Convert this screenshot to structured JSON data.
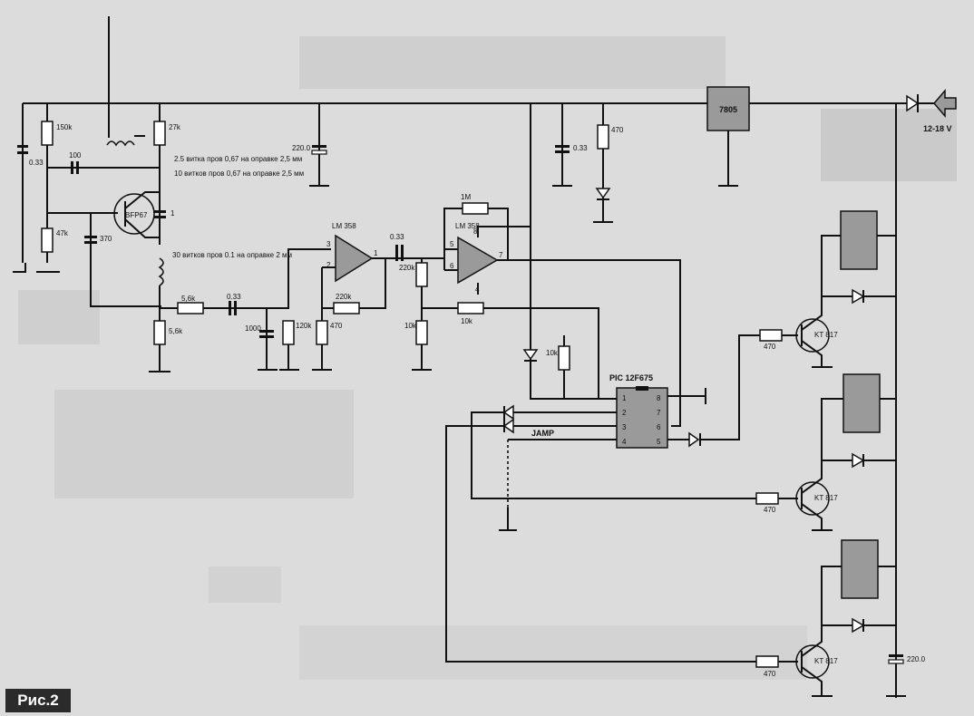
{
  "figure_label": "Рис.2",
  "supply": {
    "voltage_label": "12-18 V",
    "regulator": "7805"
  },
  "components": {
    "r_150k": "150k",
    "r_27k": "27k",
    "r_47k": "47k",
    "c_033_left": "0.33",
    "c_100": "100",
    "c_370": "370",
    "c_1": "1",
    "transistor": "BFP67",
    "c_2200": "220.0",
    "coil_note_1": "2.5  витка пров 0,67 на оправке 2,5 мм",
    "coil_note_2": "10 витков пров 0,67 на оправке 2,5 мм",
    "coil_note_3": "30 витков пров 0.1 на оправке 2 мм",
    "r_56k_a": "5,6k",
    "r_56k_b": "5,6k",
    "c_033_mid": "0.33",
    "c_1000": "1000",
    "r_120k": "120k",
    "r_470_a": "470",
    "r_220k_fb": "220k",
    "opamp1": "LM 358",
    "opamp1_pin3": "3",
    "opamp1_pin2": "2",
    "opamp1_pin1": "1",
    "c_033_b": "0.33",
    "r_220k_div": "220k",
    "r_10k_div": "10k",
    "r_1m": "1M",
    "opamp2": "LM 358",
    "opamp2_pin5": "5",
    "opamp2_pin6": "6",
    "opamp2_pin7": "7",
    "opamp2_pin8": "8",
    "opamp2_pin4": "4",
    "r_10k_b": "10k",
    "r_10k_c": "10k",
    "c_033_top": "0.33",
    "r_470_led": "470",
    "mcu": "PIC 12F675",
    "mcu_pins_left": [
      "1",
      "2",
      "3",
      "4"
    ],
    "mcu_pins_right": [
      "8",
      "7",
      "6",
      "5"
    ],
    "jamp": "JAMP",
    "q1": "KT 817",
    "q2": "KT 817",
    "q3": "KT 817",
    "r_q1": "470",
    "r_q2": "470",
    "r_q3": "470",
    "c_out": "220.0"
  }
}
